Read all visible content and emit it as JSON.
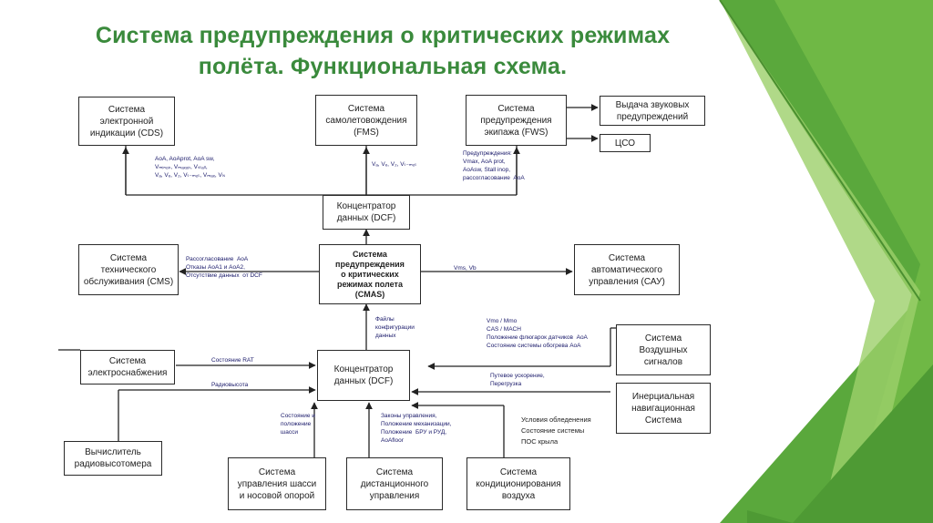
{
  "title": {
    "line1": "Система предупреждения о критических режимах",
    "line2": "полёта. Функциональная схема."
  },
  "colors": {
    "title": "#3a8a3c",
    "accent_green": "#5aa83c",
    "light_green": "#9ccf6a"
  },
  "boxes": {
    "cds": "Система\nэлектронной\nиндикации (CDS)",
    "fms": "Система\nсамолетовождения\n(FMS)",
    "fws": "Система\nпредупреждения\nэкипажа (FWS)",
    "sound": "Выдача звуковых\nпредупреждений",
    "cso": "ЦСО",
    "dcf_top": "Концентратор\nданных (DCF)",
    "cms": "Система\nтехнического\nобслуживания (CMS)",
    "cmas": "Система\nпредупреждения\nо критических\nрежимах полета\n(CMAS)",
    "sau": "Система\nавтоматического\nуправления (САУ)",
    "power": "Система\nэлектроснабжения",
    "dcf_bottom": "Концентратор\nданных (DCF)",
    "air": "Система\nВоздушных\nсигналов",
    "inertial": "Инерциальная\nнавигационная\nСистема",
    "radalt": "Вычислитель\nрадиовысотомера",
    "gear": "Система\nуправления шасси\nи носовой опорой",
    "fbw": "Система\nдистанционного\nуправления",
    "aircond": "Система\nкондиционирования\nвоздуха"
  },
  "labels": {
    "cds_params": "AoA, AoAprot, AoA sw,\nVₘᵢₙₒₚ, Vₘₐₓₒₚ, Vₛₜₐₗₗ,\nVₐ, Vₑ, V₂, Vₜ₋ₘₒₜ, Vₘₐₓ, Vₗₛ",
    "fms_params": "Vₐ, Vₑ, V₂, Vₜ₋ₘₒₜ",
    "fws_params": "Предупреждения:\nVmax, AoA prot,\nAoAsw, Stall inop,\nрассогласование  AoA",
    "cms_params": "Рассогласование  AoA\nОтказы AoA1 и AoA2,\nОтсутствие данных  от DCF",
    "sau_params": "Vms, Vb",
    "config_files": "Файлы\nконфигурации\nданных",
    "air_params": "Vmo / Mmo\nCAS / MACH\nПоложение флюгарок датчиков  AoA\nСостояние системы обогрева AoA",
    "rat_state": "Состояние RAT",
    "radalt_param": "Радиовысота",
    "inertial_params": "Путевое ускорение,\nПерегрузка",
    "gear_params": "Состояние и\nположение\nшасси",
    "fbw_params": "Законы управления,\nПоложение механизации,\nПоложение  БРУ и РУД,\nAoAfloor",
    "ice_params": "Условия обледенения\nСостояние системы\nПОС крыла"
  }
}
